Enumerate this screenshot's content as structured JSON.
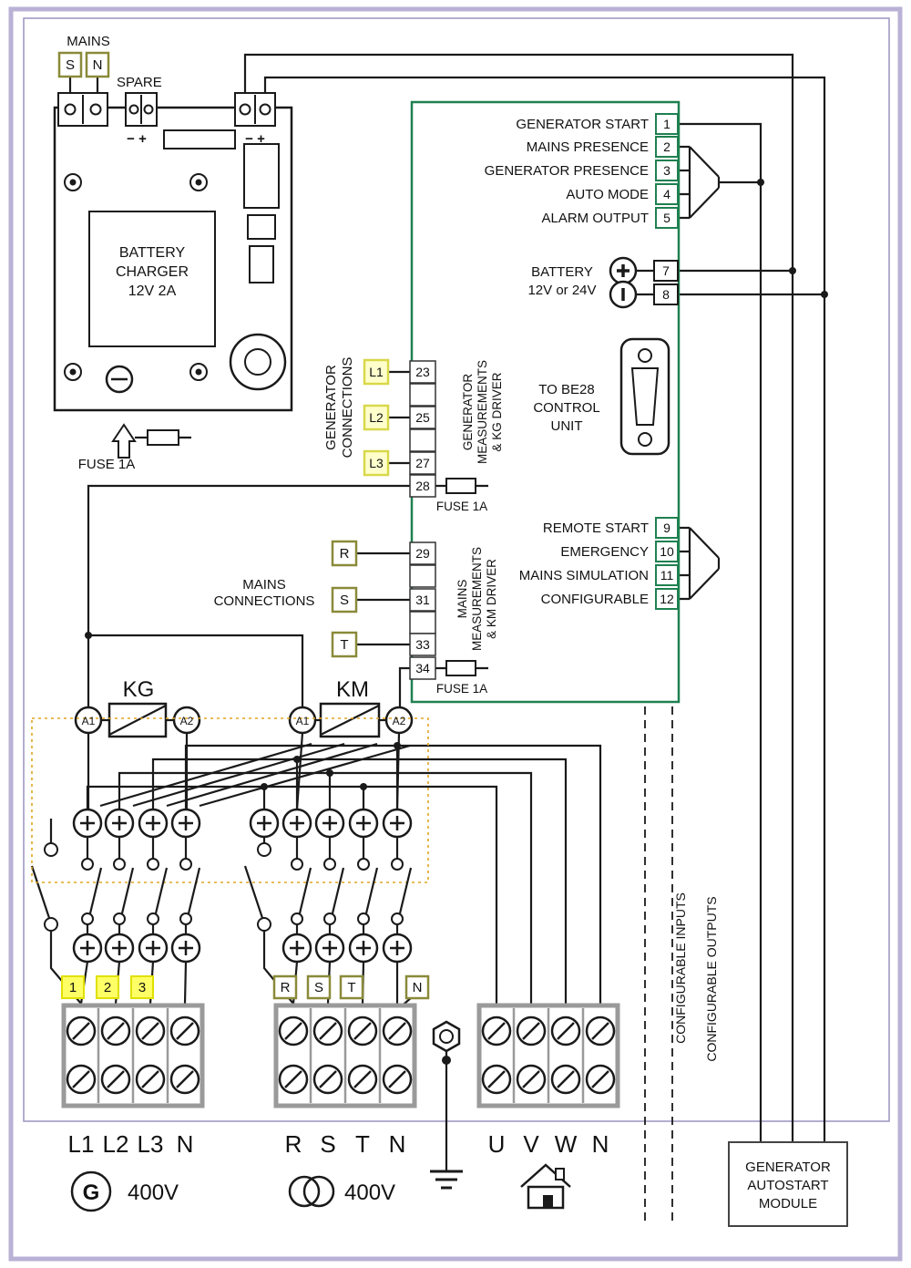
{
  "colors": {
    "panel_green": "#1f8050",
    "wire_black": "#1a1a1a",
    "highlight_yellow": "#ffff66",
    "tag_olive": "#8a8a3a",
    "frame_lavender": "#b9b2d6"
  },
  "top": {
    "mains": "MAINS",
    "s": "S",
    "n": "N",
    "spare": "SPARE"
  },
  "charger": {
    "line1": "BATTERY",
    "line2": "CHARGER",
    "line3": "12V 2A",
    "pol_left": "− +",
    "pol_right": "− +",
    "fuse": "FUSE 1A"
  },
  "controller": {
    "outputs": [
      {
        "label": "GENERATOR START",
        "num": "1"
      },
      {
        "label": "MAINS PRESENCE",
        "num": "2"
      },
      {
        "label": "GENERATOR PRESENCE",
        "num": "3"
      },
      {
        "label": "AUTO MODE",
        "num": "4"
      },
      {
        "label": "ALARM OUTPUT",
        "num": "5"
      }
    ],
    "battery": {
      "line1": "BATTERY",
      "line2": "12V or 24V",
      "plus_term": "7",
      "minus_term": "8"
    },
    "be28": {
      "line1": "TO BE28",
      "line2": "CONTROL",
      "line3": "UNIT"
    },
    "inputs": [
      {
        "label": "REMOTE START",
        "num": "9"
      },
      {
        "label": "EMERGENCY",
        "num": "10"
      },
      {
        "label": "MAINS SIMULATION",
        "num": "11"
      },
      {
        "label": "CONFIGURABLE",
        "num": "12"
      }
    ],
    "gen": {
      "conn1": "GENERATOR",
      "conn2": "CONNECTIONS",
      "meas1": "GENERATOR",
      "meas2": "MEASUREMENTS",
      "meas3": "& KG DRIVER",
      "l1": "L1",
      "l2": "L2",
      "l3": "L3",
      "t23": "23",
      "t25": "25",
      "t27": "27",
      "t28": "28",
      "fuse": "FUSE 1A"
    },
    "mains": {
      "conn1": "MAINS",
      "conn2": "CONNECTIONS",
      "meas1": "MAINS",
      "meas2": "MEASUREMENTS",
      "meas3": "& KM DRIVER",
      "r": "R",
      "s": "S",
      "t": "T",
      "t29": "29",
      "t31": "31",
      "t33": "33",
      "t34": "34",
      "fuse": "FUSE 1A"
    }
  },
  "contactors": {
    "kg": "KG",
    "km": "KM",
    "kg_a1": "A1",
    "kg_a2": "A2",
    "km_a1": "A1",
    "km_a2": "A2"
  },
  "terminal_tags": {
    "gen": [
      "1",
      "2",
      "3"
    ],
    "mains": [
      "R",
      "S",
      "T"
    ],
    "neutral": "N"
  },
  "cables": {
    "inputs": "CONFIGURABLE INPUTS",
    "outputs": "CONFIGURABLE OUTPUTS"
  },
  "module": {
    "line1": "GENERATOR",
    "line2": "AUTOSTART",
    "line3": "MODULE"
  },
  "footer": {
    "gen_phases": [
      "L1",
      "L2",
      "L3",
      "N"
    ],
    "mains_phases": [
      "R",
      "S",
      "T",
      "N"
    ],
    "load_phases": [
      "U",
      "V",
      "W",
      "N"
    ],
    "gen_symbol": "G",
    "gen_voltage": "400V",
    "mains_voltage": "400V"
  }
}
